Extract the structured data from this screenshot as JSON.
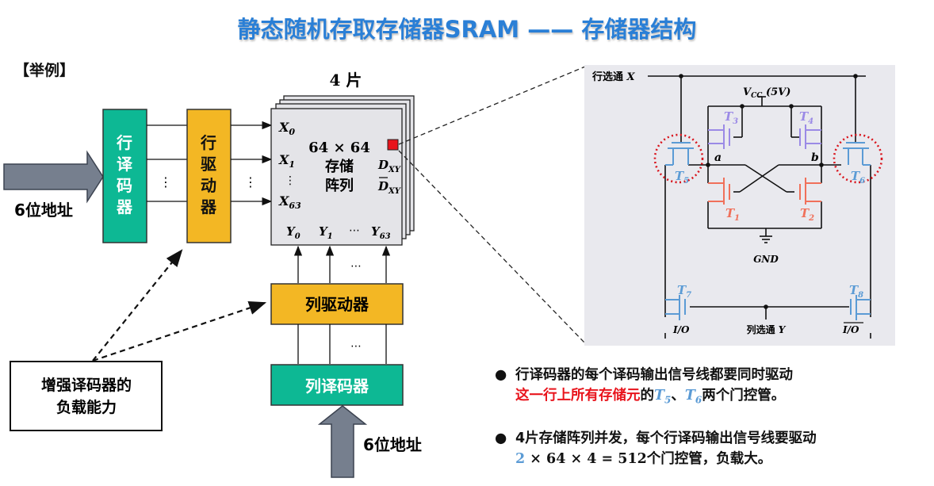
{
  "title": "静态随机存取存储器SRAM —— 存储器结构",
  "example_label": "【举例】",
  "left_diagram": {
    "row_address_label": "6位地址",
    "row_decoder": {
      "label": "行译码器",
      "chars": [
        "行",
        "译",
        "码",
        "器"
      ],
      "color": "#0db894"
    },
    "row_driver": {
      "label": "行驱动器",
      "chars": [
        "行",
        "驱",
        "动",
        "器"
      ],
      "color": "#f3b724"
    },
    "chips_label": "4 片",
    "array": {
      "size_label": "64 × 64",
      "name_line1": "存储",
      "name_line2": "阵列",
      "row_lines": [
        "X0",
        "X1",
        "⋮",
        "X63"
      ],
      "col_lines": [
        "Y0",
        "Y1",
        "⋯",
        "Y63"
      ],
      "data_label": "DXY",
      "data_bar_label": "D̄XY",
      "cell_color": "#e8141c"
    },
    "col_driver": {
      "label": "列驱动器",
      "color": "#f3b724"
    },
    "col_decoder": {
      "label": "列译码器",
      "color": "#0db894"
    },
    "col_address_label": "6位地址",
    "note_box": {
      "line1": "增强译码器的",
      "line2": "负载能力"
    },
    "ellipsis_vertical": "⋮",
    "ellipsis_horizontal": "⋯"
  },
  "circuit": {
    "row_select_label": "行选通 X",
    "vcc_label": "VCC (5V)",
    "gnd_label": "GND",
    "node_a": "a",
    "node_b": "b",
    "col_select_label": "列选通 Y",
    "io_label": "I/O",
    "io_bar_label": "I/O",
    "transistors": [
      {
        "name": "T1",
        "color": "#f0705a"
      },
      {
        "name": "T2",
        "color": "#f0705a"
      },
      {
        "name": "T3",
        "color": "#9b8ae6"
      },
      {
        "name": "T4",
        "color": "#9b8ae6"
      },
      {
        "name": "T5",
        "color": "#5b9bd5"
      },
      {
        "name": "T6",
        "color": "#5b9bd5"
      },
      {
        "name": "T7",
        "color": "#5b9bd5"
      },
      {
        "name": "T8",
        "color": "#5b9bd5"
      }
    ],
    "highlight_color": "#d9141c",
    "background": "#e9e9ee"
  },
  "bullets": [
    {
      "line1": "行译码器的每个译码输出信号线都要同时驱动",
      "line2_red": "这一行上所有存储元",
      "line2_mid": "的",
      "t5": "T",
      "t5_sub": "5",
      "sep": "、",
      "t6": "T",
      "t6_sub": "6",
      "line2_end": "两个门控管。"
    },
    {
      "line1": "4片存储阵列并发，每个行译码输出信号线要驱动",
      "line2_num": "2",
      "line2_math": " × 64 × 4 = 512",
      "line2_end": "个门控管，负载大。"
    }
  ],
  "bullet_symbol": "●"
}
